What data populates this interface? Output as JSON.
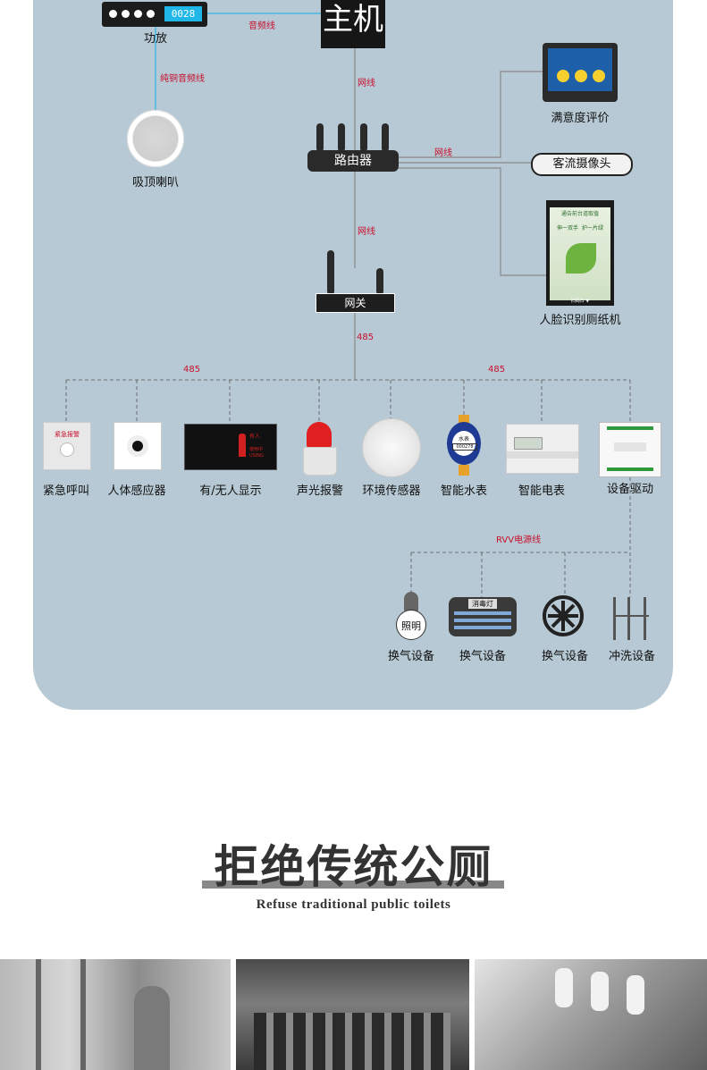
{
  "diagram": {
    "host_label": "主机",
    "amp": {
      "display": "0028",
      "label": "功放"
    },
    "speaker_label": "吸顶喇叭",
    "router_label": "路由器",
    "gateway_label": "网关",
    "satisfaction_label": "满意度评价",
    "camera_label": "客流摄像头",
    "kiosk_label": "人脸识别厕纸机",
    "kiosk_screen": {
      "top": "通告前台道取值",
      "slogan_left": "伸一双手",
      "slogan_right": "护一片绿",
      "bottom": "扫码日 ▼"
    },
    "wire_labels": {
      "audio": "音频线",
      "copper_audio": "纯铜音频线",
      "net_host": "网线",
      "net_router": "网线",
      "net_gateway": "网线",
      "bus_gateway": "485",
      "bus_left": "485",
      "bus_right": "485",
      "power": "RVV电源线"
    },
    "sensors": [
      {
        "label": "紧急呼叫",
        "inner": "紧急报警"
      },
      {
        "label": "人体感应器"
      },
      {
        "label": "有/无人显示",
        "inner_a": "有人",
        "inner_b": "使用中",
        "inner_c": "USING"
      },
      {
        "label": "声光报警"
      },
      {
        "label": "环境传感器"
      },
      {
        "label": "智能水表",
        "inner_a": "水表",
        "inner_b": "000278"
      },
      {
        "label": "智能电表"
      },
      {
        "label": "设备驱动"
      }
    ],
    "actuators": [
      {
        "label": "换气设备",
        "inner": "照明"
      },
      {
        "label": "换气设备",
        "inner": "消毒灯"
      },
      {
        "label": "换气设备"
      },
      {
        "label": "冲洗设备"
      }
    ]
  },
  "section": {
    "title": "拒绝传统公厕",
    "subtitle": "Refuse traditional public toilets"
  },
  "colors": {
    "panel": "#b7c9d4",
    "accent_red": "#c8102e",
    "wire_cyan": "#1fb7e8"
  }
}
